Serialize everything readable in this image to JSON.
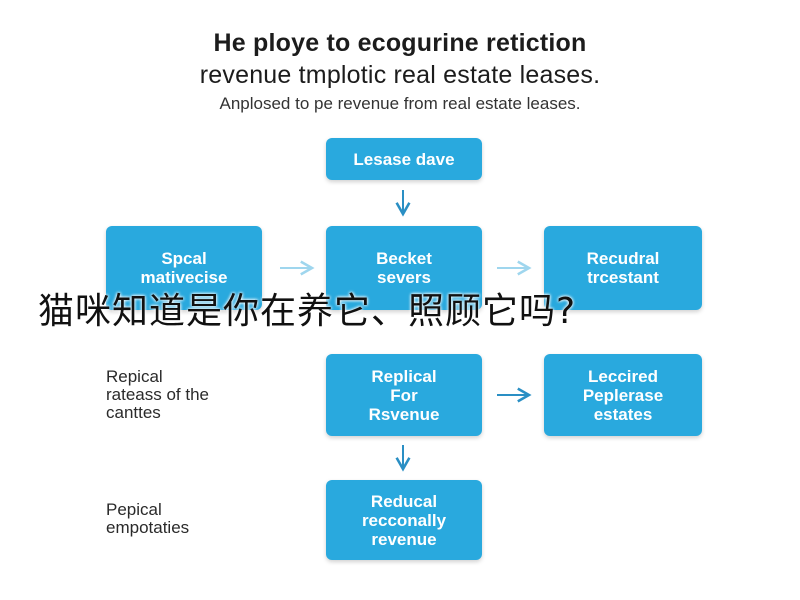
{
  "header": {
    "title_line1": "He ploye to ecogurine retiction",
    "title_line2": "revenue tmplotic real estate leases.",
    "subtitle": "Anplosed to pe revenue from real estate leases."
  },
  "boxes": {
    "lease_date": "Lesase dave",
    "special": "Spcal\nmativecise",
    "becket": "Becket\nsevers",
    "recurring": "Recudral\ntrcestant",
    "replical": "Replical\nFor\nRsvenue",
    "leased": "Leccired\nPeplerase\nestates",
    "reduced": "Reducal\nrecconally\nrevenue"
  },
  "side_labels": {
    "replical_rates": "Repical\nrateass of the\ncanttes",
    "pepical": "Pepical\nempotaties"
  },
  "overlay": {
    "text": "猫咪知道是你在养它、照顾它吗?"
  },
  "colors": {
    "box_fill": "#29a9de",
    "arrow": "#2a8fc4",
    "arrow_light": "#9fd6ee"
  }
}
